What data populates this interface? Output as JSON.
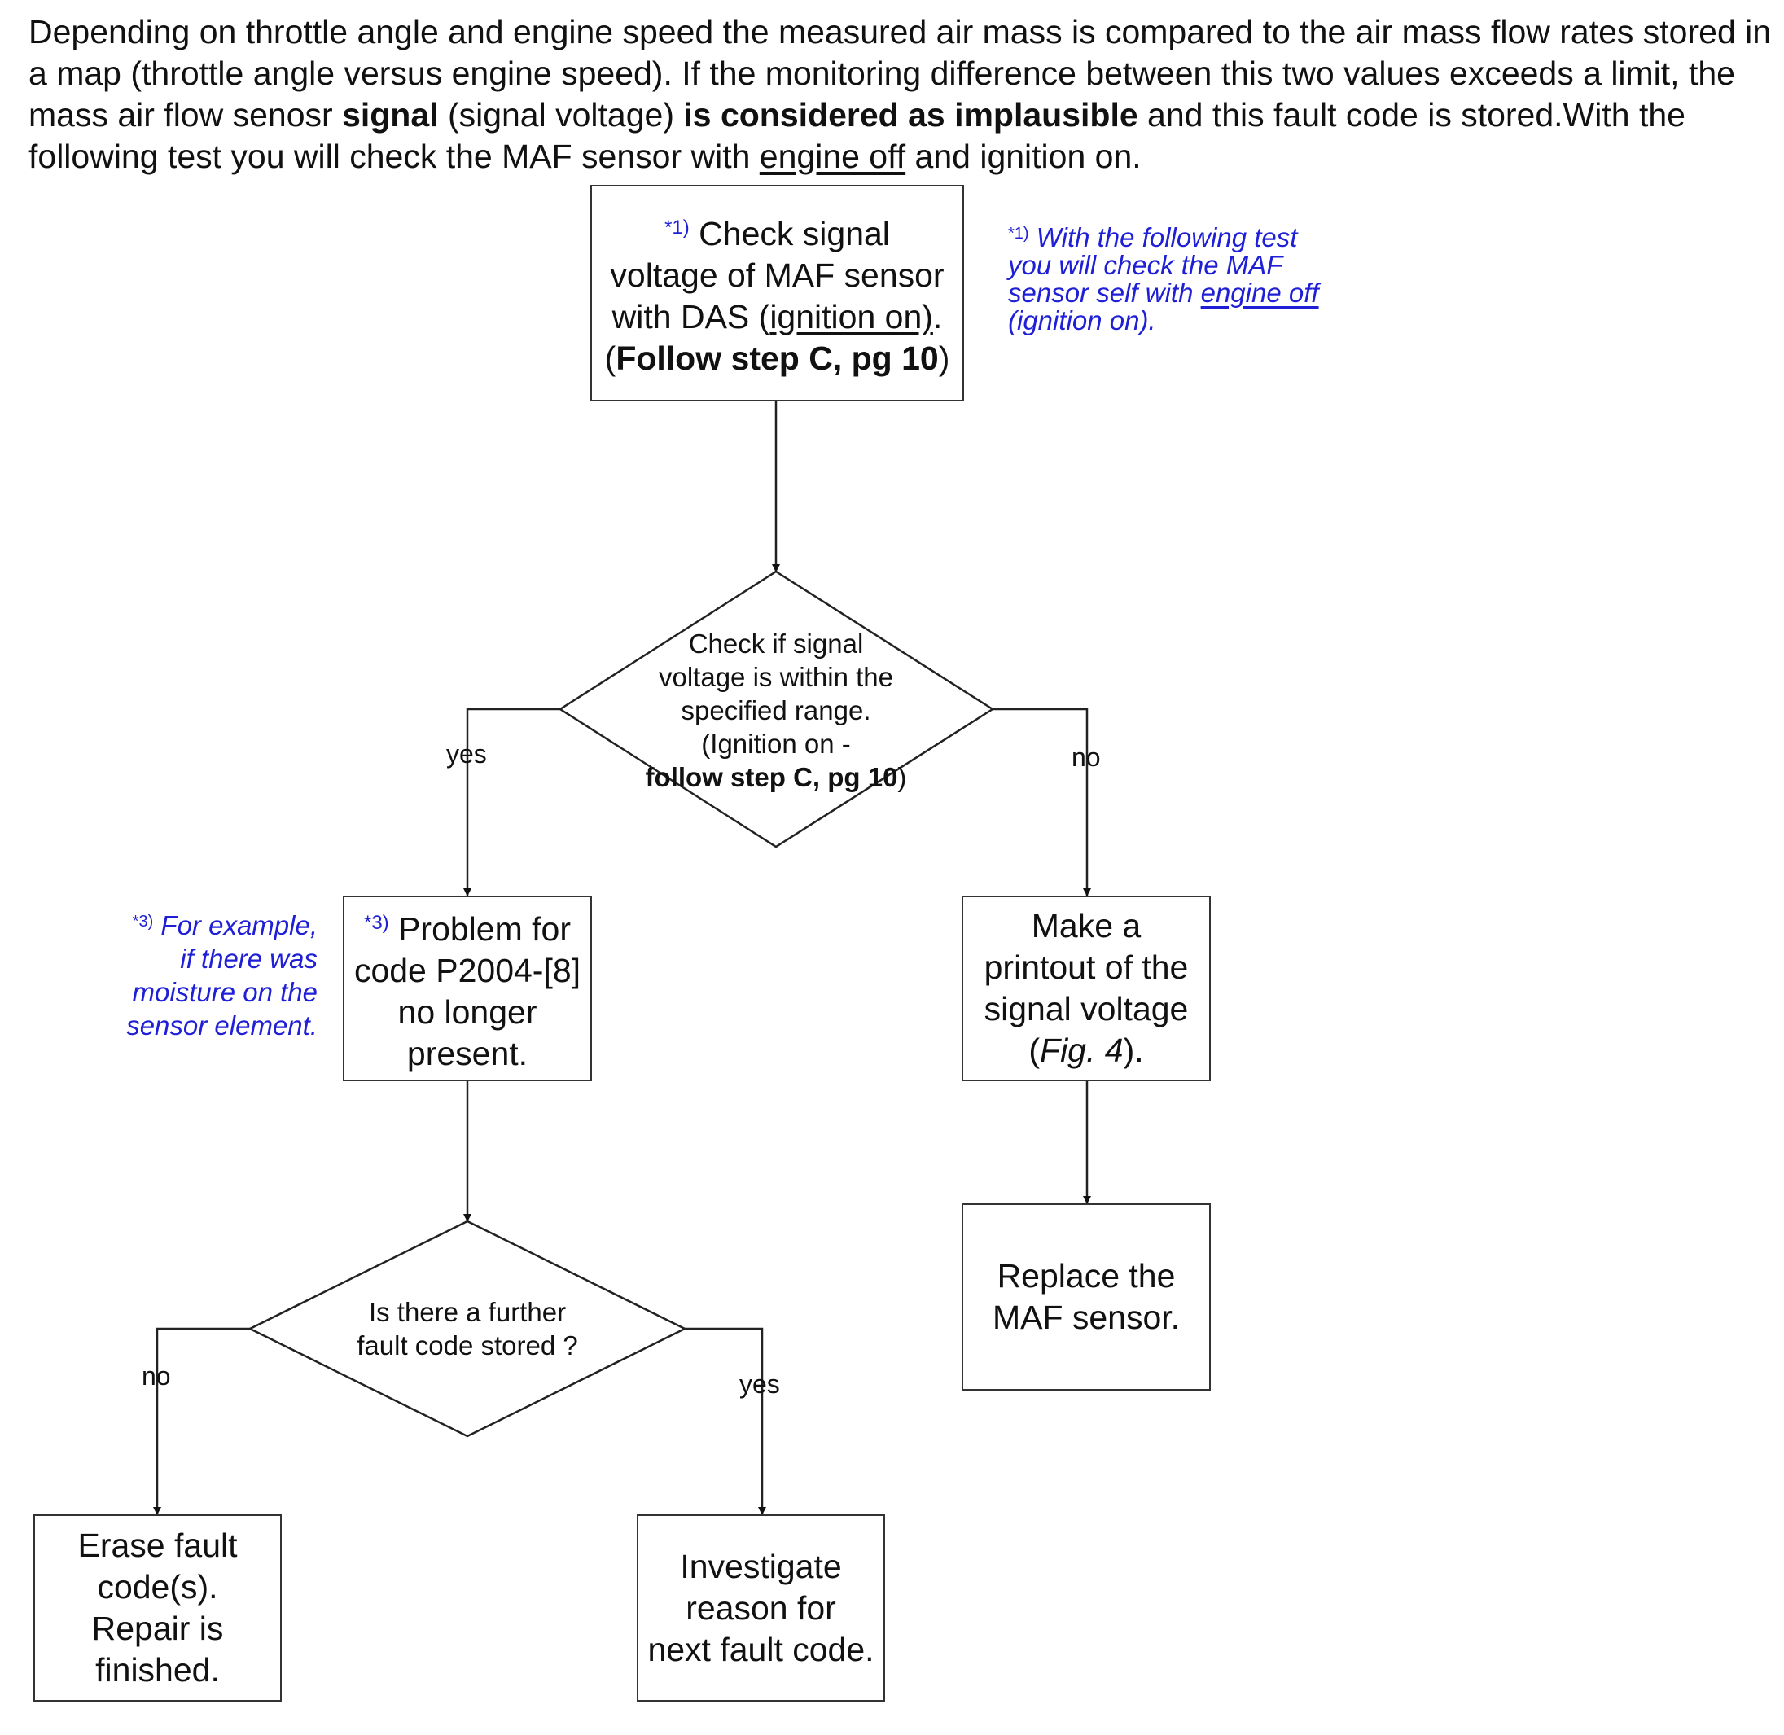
{
  "intro": {
    "p1": "Depending on throttle angle and engine speed the measured air mass is compared to the air mass flow rates stored in a map (throttle angle versus engine speed). If the monitoring difference between this two values exceeds a limit, the mass air flow senosr ",
    "b1": "signal",
    "p2": " (signal voltage) ",
    "b2": "is considered as implausible",
    "p3": " and this fault code is stored.With the following test you will check the  MAF sensor with ",
    "u1": "engine off",
    "p4": " and ignition on."
  },
  "marks": {
    "m1": "*1)",
    "m3": "*3)"
  },
  "step1": {
    "l1": "Check signal",
    "l2": "voltage of  MAF sensor",
    "l3a": "with DAS  (",
    "l3u": "ignition on)",
    "l3b": ".",
    "l4a": "(",
    "l4b": "Follow step C, pg 10",
    "l4c": ")"
  },
  "note1": {
    "l1": "With the following test",
    "l2": "you will check the  MAF",
    "l3a": "sensor self  with ",
    "l3u": "engine off",
    "l4": "(ignition on)."
  },
  "decision1": {
    "l1": "Check if signal",
    "l2": "voltage is within the",
    "l3": "specified range.",
    "l4": "(Ignition on -",
    "l5a": "follow step C, pg 10",
    "l5b": ")"
  },
  "labels": {
    "yes1": "yes",
    "no1": "no",
    "no2": "no",
    "yes2": "yes"
  },
  "step_problem": {
    "l1": "Problem for",
    "l2": "code P2004-[8]",
    "l3": "no longer",
    "l4": "present."
  },
  "note3": {
    "l1": "For example,",
    "l2": "if there was",
    "l3": "moisture on the",
    "l4": "sensor element."
  },
  "step_printout": {
    "l1": "Make a",
    "l2": "printout of the",
    "l3": "signal voltage",
    "l4a": "(",
    "l4b": "Fig. 4",
    "l4c": ")."
  },
  "step_replace": {
    "l1": "Replace the",
    "l2": "MAF sensor."
  },
  "decision2": {
    "l1": "Is there a further",
    "l2": "fault code stored ?"
  },
  "step_erase": {
    "l1": "Erase fault",
    "l2": "code(s).",
    "l3": "Repair is",
    "l4": "finished."
  },
  "step_investigate": {
    "l1": "Investigate",
    "l2": "reason for",
    "l3": "next fault code."
  }
}
